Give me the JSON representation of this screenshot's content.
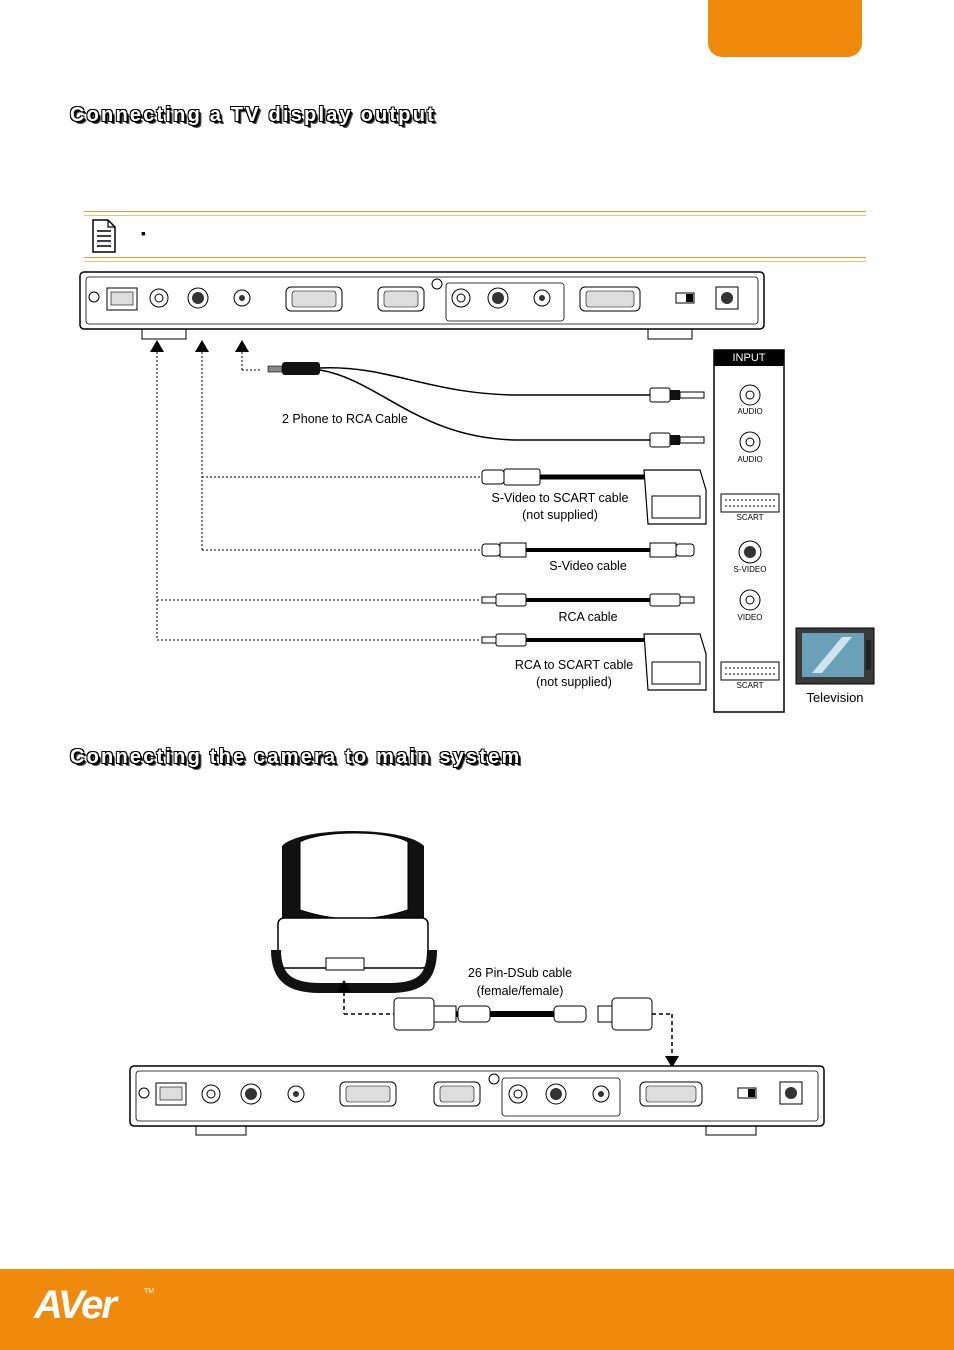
{
  "header": {
    "tab_color": "#f08a0b"
  },
  "section1": {
    "heading": "Connecting a TV display output",
    "note_bullet": "▪",
    "input_panel_title": "INPUT",
    "tv_inputs": [
      "AUDIO",
      "AUDIO",
      "SCART",
      "S-VIDEO",
      "VIDEO",
      "SCART"
    ],
    "television_label": "Television",
    "cables": {
      "phone_rca": "2 Phone to RCA Cable",
      "svideo_scart_1": "S-Video to SCART cable",
      "svideo_scart_2": "(not supplied)",
      "svideo": "S-Video cable",
      "rca": "RCA cable",
      "rca_scart_1": "RCA to SCART cable",
      "rca_scart_2": "(not supplied)"
    }
  },
  "section2": {
    "heading": "Connecting the camera to main system",
    "cable_1": "26 Pin-DSub cable",
    "cable_2": "(female/female)"
  },
  "footer": {
    "logo": "AVer",
    "trademark": "TM",
    "color": "#f08a0b"
  }
}
